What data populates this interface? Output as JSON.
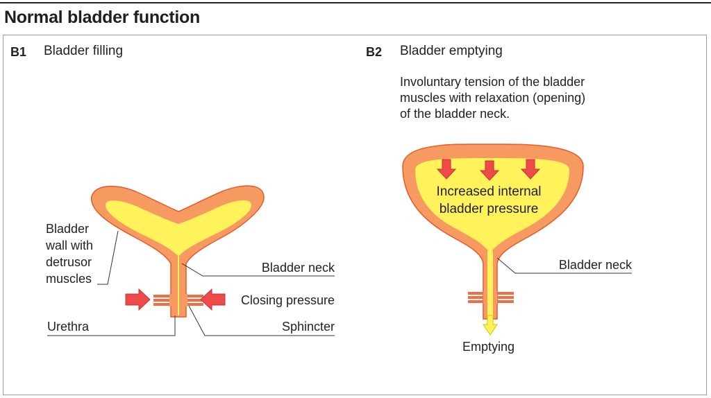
{
  "page": {
    "title": "Normal bladder function"
  },
  "b1": {
    "code": "B1",
    "title": "Bladder filling",
    "wall_label_lines": [
      "Bladder",
      "wall with",
      "detrusor",
      "muscles"
    ],
    "neck_label": "Bladder neck",
    "pressure_label": "Closing pressure",
    "urethra_label": "Urethra",
    "sphincter_label": "Sphincter"
  },
  "b2": {
    "code": "B2",
    "title": "Bladder emptying",
    "description_lines": [
      "Involuntary tension of the bladder",
      "muscles with relaxation (opening)",
      "of the bladder neck."
    ],
    "inner_label_lines": [
      "Increased internal",
      "bladder pressure"
    ],
    "neck_label": "Bladder neck",
    "empty_label": "Emptying"
  },
  "colors": {
    "wall": "#f79a62",
    "wall_edge": "#e45a2a",
    "urine": "#fff25a",
    "arrow": "#ee4a4a",
    "arrow_edge": "#c93030"
  }
}
